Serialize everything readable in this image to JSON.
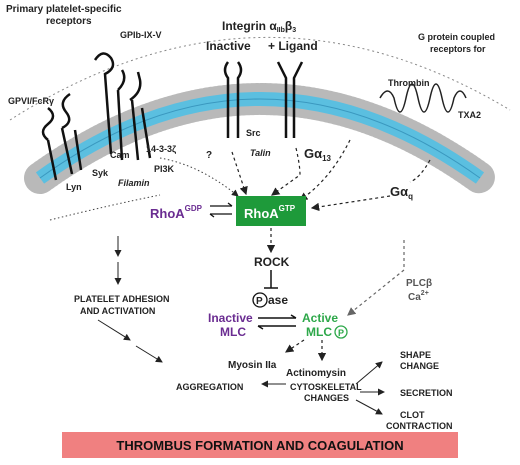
{
  "labels": {
    "primary_receptors": "Primary platelet-specific",
    "primary_receptors_2": "receptors",
    "integrin": "Integrin",
    "integrin_sub": "α",
    "integrin_sub2": "IIb",
    "integrin_beta": "β",
    "integrin_beta_sub": "3",
    "inactive": "Inactive",
    "plus_ligand": "+ Ligand",
    "gpcr": "G protein coupled",
    "gpcr_2": "receptors for",
    "gpib": "GPIb-IX-V",
    "gpvi": "GPVI/FcRγ",
    "thrombin": "Thrombin",
    "txa2": "TXA2",
    "cam": "Cam",
    "syk": "Syk",
    "lyn": "Lyn",
    "protein_1433": "14-3-3ζ",
    "filamin": "Filamin",
    "pi3k": "PI3K",
    "src": "Src",
    "talin": "Talin",
    "question": "?",
    "galpha13": "Gα",
    "galpha13_sub": "13",
    "galphaq": "Gα",
    "galphaq_sub": "q",
    "rhoa_gdp": "RhoA",
    "rhoa_gdp_sup": "GDP",
    "rhoa_gtp": "RhoA",
    "rhoa_gtp_sup": "GTP",
    "rock": "ROCK",
    "pase_p": "P",
    "pase": "ase",
    "inactive_mlc_1": "Inactive",
    "inactive_mlc_2": "MLC",
    "active_mlc_1": "Active",
    "active_mlc_2": "MLC",
    "active_mlc_p": "P",
    "plc": "PLCβ",
    "ca": "Ca",
    "ca_sup": "2+",
    "myosin": "Myosin IIa",
    "actinomysin": "Actinomysin",
    "cyto_1": "CYTOSKELETAL",
    "cyto_2": "CHANGES",
    "adhesion_1": "PLATELET ADHESION",
    "adhesion_2": "AND ACTIVATION",
    "aggregation": "AGGREGATION",
    "shape_1": "SHAPE",
    "shape_2": "CHANGE",
    "secretion": "SECRETION",
    "clot_1": "CLOT",
    "clot_2": "CONTRACTION",
    "banner": "THROMBUS FORMATION AND COAGULATION"
  },
  "colors": {
    "membrane_blue": "#5bbfe0",
    "bead_grey": "#b9b9b9",
    "rhoa_green": "#1e9a3a",
    "banner_red": "#f08080",
    "purple": "#6a2c91",
    "active_green": "#2ea84a"
  }
}
